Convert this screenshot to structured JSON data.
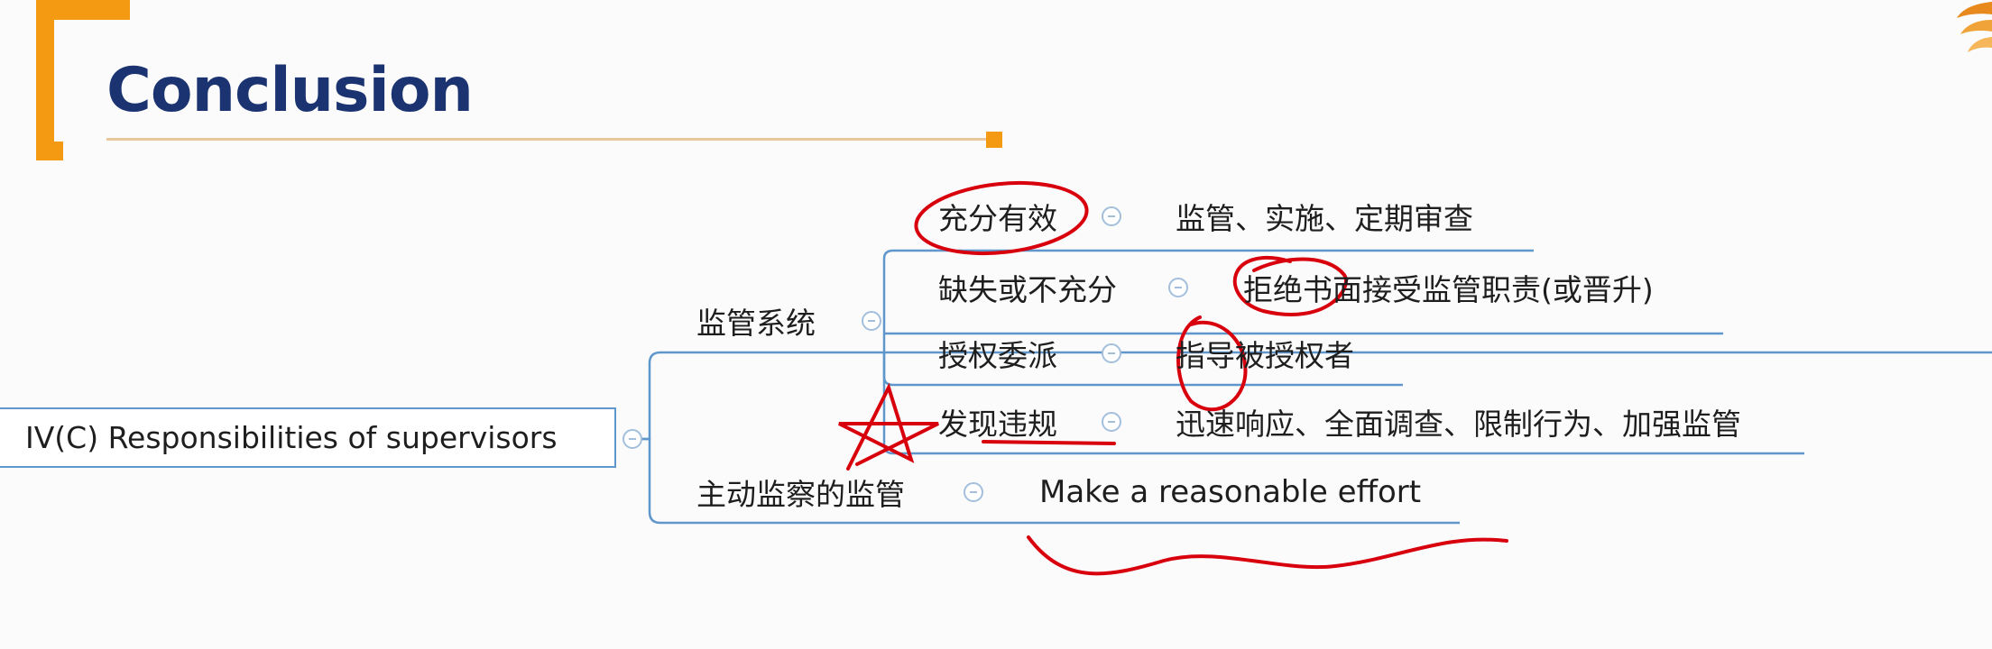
{
  "header": {
    "title": "Conclusion"
  },
  "mindmap": {
    "root": "IV(C) Responsibilities of supervisors",
    "branches": [
      {
        "label": "监管系统",
        "children": [
          {
            "label": "充分有效",
            "detail": "监管、实施、定期审查"
          },
          {
            "label": "缺失或不充分",
            "detail": "拒绝书面接受监管职责(或晋升)"
          },
          {
            "label": "授权委派",
            "detail": "指导被授权者"
          },
          {
            "label": "发现违规",
            "detail": "迅速响应、全面调查、限制行为、加强监管"
          }
        ]
      },
      {
        "label": "主动监察的监管",
        "detail": "Make a reasonable effort"
      }
    ]
  },
  "colors": {
    "accent": "#f39a12",
    "title": "#1b3370",
    "connector": "#5f97cc",
    "annotation": "#d8000c"
  }
}
